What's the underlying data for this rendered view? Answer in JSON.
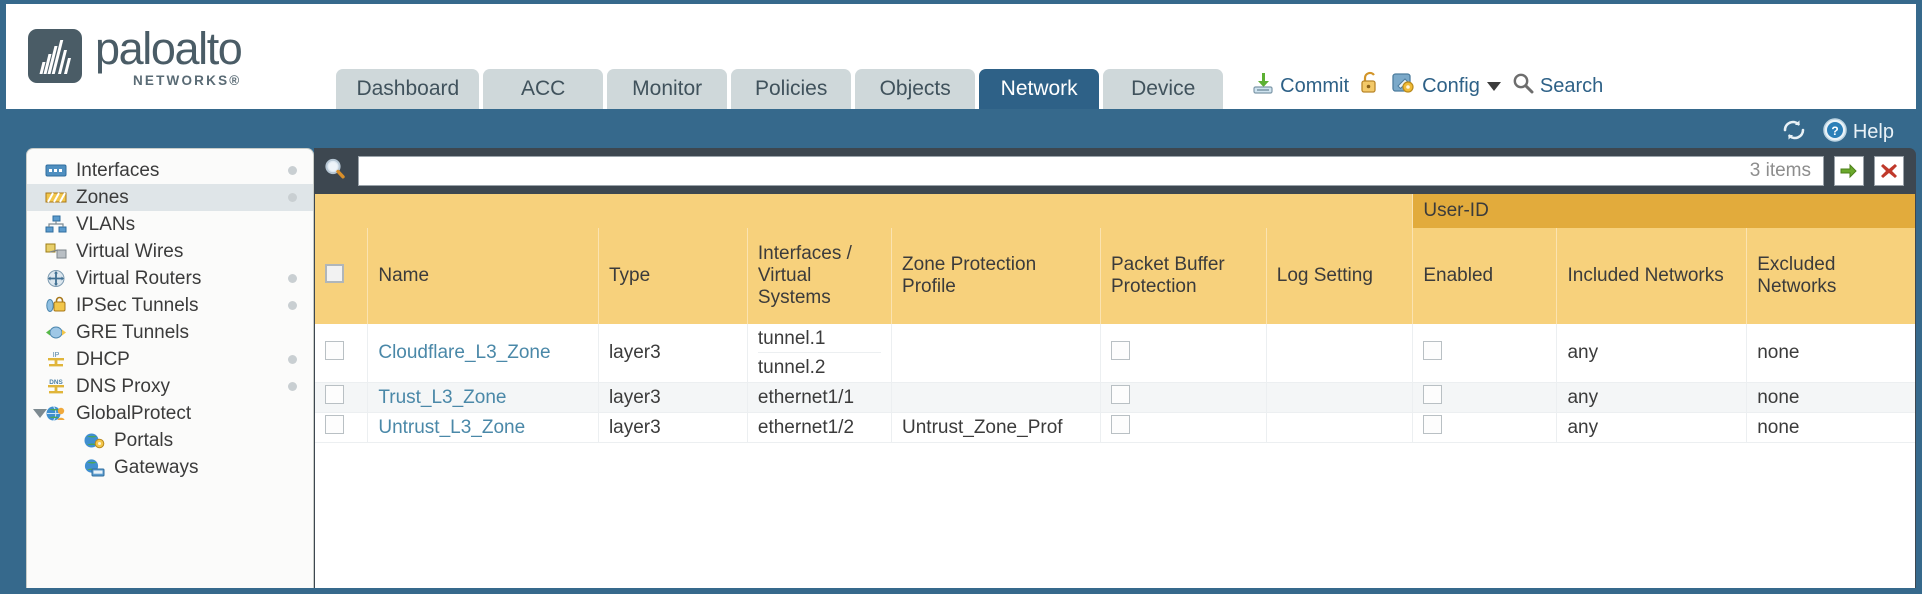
{
  "brand": {
    "name": "paloalto",
    "sub": "NETWORKS®"
  },
  "nav_tabs": [
    {
      "label": "Dashboard",
      "active": false
    },
    {
      "label": "ACC",
      "active": false
    },
    {
      "label": "Monitor",
      "active": false
    },
    {
      "label": "Policies",
      "active": false
    },
    {
      "label": "Objects",
      "active": false
    },
    {
      "label": "Network",
      "active": true
    },
    {
      "label": "Device",
      "active": false
    }
  ],
  "utilities": {
    "commit": "Commit",
    "config": "Config",
    "search": "Search",
    "lock_icon": "padlock-icon",
    "commit_icon": "commit-save-icon",
    "config_icon": "config-wrench-icon",
    "search_icon": "search-magnifier-icon"
  },
  "bluebar": {
    "refresh_icon": "refresh-icon",
    "help_icon": "help-question-icon",
    "help_label": "Help"
  },
  "sidebar": {
    "items": [
      {
        "label": "Interfaces",
        "icon": "interfaces-icon",
        "selected": false,
        "dot": true,
        "child": false,
        "expander": false
      },
      {
        "label": "Zones",
        "icon": "zones-icon",
        "selected": true,
        "dot": true,
        "child": false,
        "expander": false
      },
      {
        "label": "VLANs",
        "icon": "vlans-icon",
        "selected": false,
        "dot": false,
        "child": false,
        "expander": false
      },
      {
        "label": "Virtual Wires",
        "icon": "virtual-wires-icon",
        "selected": false,
        "dot": false,
        "child": false,
        "expander": false
      },
      {
        "label": "Virtual Routers",
        "icon": "virtual-routers-icon",
        "selected": false,
        "dot": true,
        "child": false,
        "expander": false
      },
      {
        "label": "IPSec Tunnels",
        "icon": "ipsec-tunnels-icon",
        "selected": false,
        "dot": true,
        "child": false,
        "expander": false
      },
      {
        "label": "GRE Tunnels",
        "icon": "gre-tunnels-icon",
        "selected": false,
        "dot": false,
        "child": false,
        "expander": false
      },
      {
        "label": "DHCP",
        "icon": "dhcp-icon",
        "selected": false,
        "dot": true,
        "child": false,
        "expander": false
      },
      {
        "label": "DNS Proxy",
        "icon": "dns-proxy-icon",
        "selected": false,
        "dot": true,
        "child": false,
        "expander": false
      },
      {
        "label": "GlobalProtect",
        "icon": "globalprotect-icon",
        "selected": false,
        "dot": false,
        "child": false,
        "expander": true
      },
      {
        "label": "Portals",
        "icon": "portals-icon",
        "selected": false,
        "dot": false,
        "child": true,
        "expander": false
      },
      {
        "label": "Gateways",
        "icon": "gateways-icon",
        "selected": false,
        "dot": false,
        "child": true,
        "expander": false
      }
    ]
  },
  "search": {
    "value": "",
    "placeholder": "",
    "item_count": "3 items",
    "apply_icon": "green-arrow-apply-icon",
    "clear_icon": "red-x-clear-icon"
  },
  "table": {
    "group_header": "User-ID",
    "columns": [
      "Name",
      "Type",
      "Interfaces / Virtual Systems",
      "Zone Protection Profile",
      "Packet Buffer Protection",
      "Log Setting",
      "Enabled",
      "Included Networks",
      "Excluded Networks"
    ],
    "rows": [
      {
        "selected": false,
        "name": "Cloudflare_L3_Zone",
        "type": "layer3",
        "interfaces": [
          "tunnel.1",
          "tunnel.2"
        ],
        "zone_protection_profile": "",
        "packet_buffer_protection": false,
        "log_setting": "",
        "userid_enabled": false,
        "included_networks": "any",
        "excluded_networks": "none"
      },
      {
        "selected": false,
        "name": "Trust_L3_Zone",
        "type": "layer3",
        "interfaces": [
          "ethernet1/1"
        ],
        "zone_protection_profile": "",
        "packet_buffer_protection": false,
        "log_setting": "",
        "userid_enabled": false,
        "included_networks": "any",
        "excluded_networks": "none"
      },
      {
        "selected": false,
        "name": "Untrust_L3_Zone",
        "type": "layer3",
        "interfaces": [
          "ethernet1/2"
        ],
        "zone_protection_profile": "Untrust_Zone_Prof",
        "packet_buffer_protection": false,
        "log_setting": "",
        "userid_enabled": false,
        "included_networks": "any",
        "excluded_networks": "none"
      }
    ]
  },
  "colors": {
    "page_blue": "#36698c",
    "active_tab": "#2e6187",
    "tab_grey": "#cfd8da",
    "header_amber": "#f7d17c",
    "group_amber": "#e2ab3c",
    "link_blue": "#4a88a8",
    "panel_dark": "#3d4750"
  }
}
